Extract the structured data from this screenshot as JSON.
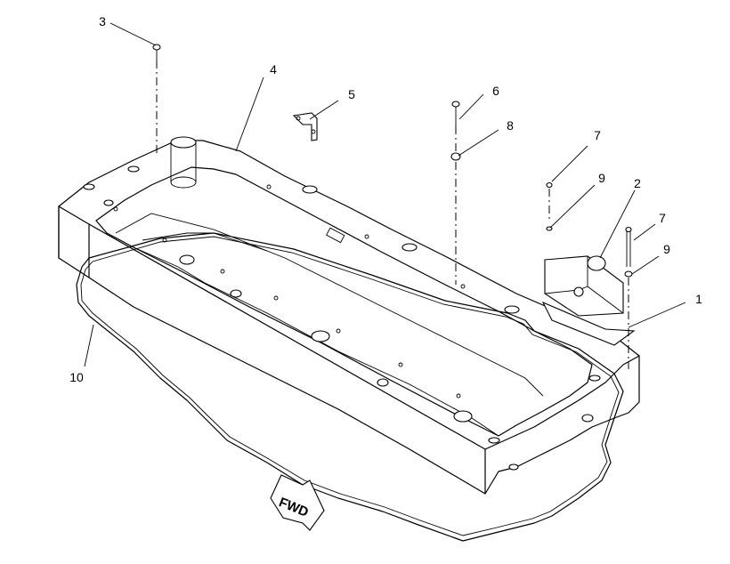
{
  "diagram": {
    "callouts": [
      {
        "id": "c1",
        "label": "1"
      },
      {
        "id": "c2",
        "label": "2"
      },
      {
        "id": "c3",
        "label": "3"
      },
      {
        "id": "c4",
        "label": "4"
      },
      {
        "id": "c5",
        "label": "5"
      },
      {
        "id": "c6",
        "label": "6"
      },
      {
        "id": "c7a",
        "label": "7"
      },
      {
        "id": "c7b",
        "label": "7"
      },
      {
        "id": "c8",
        "label": "8"
      },
      {
        "id": "c9a",
        "label": "9"
      },
      {
        "id": "c9b",
        "label": "9"
      },
      {
        "id": "c10",
        "label": "10"
      }
    ],
    "direction_marker": {
      "label": "FWD"
    }
  }
}
